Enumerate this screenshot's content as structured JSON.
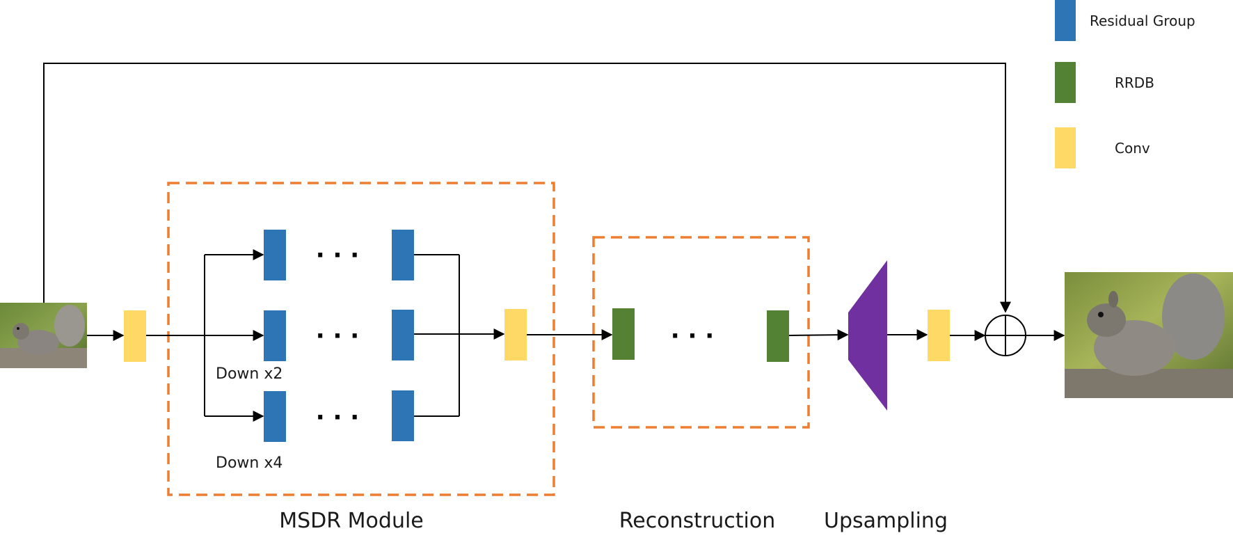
{
  "legend": {
    "items": [
      {
        "label": "Residual Group",
        "color": "#2e75b6"
      },
      {
        "label": "RRDB",
        "color": "#548235"
      },
      {
        "label": "Conv",
        "color": "#ffd966"
      }
    ]
  },
  "msdr": {
    "branch_labels": [
      "Down x2",
      "Down x4"
    ],
    "title": "MSDR Module",
    "ellipsis": "· · ·"
  },
  "reconstruction": {
    "title": "Reconstruction",
    "ellipsis": "· · ·"
  },
  "upsampling": {
    "title": "Upsampling"
  },
  "images": {
    "input": "squirrel-input-photo",
    "output": "squirrel-output-photo"
  },
  "colors": {
    "residual_group": "#2e75b6",
    "rrdb": "#548235",
    "conv": "#ffd966",
    "upsampler": "#7030a0",
    "module_border": "#ed7d31"
  }
}
